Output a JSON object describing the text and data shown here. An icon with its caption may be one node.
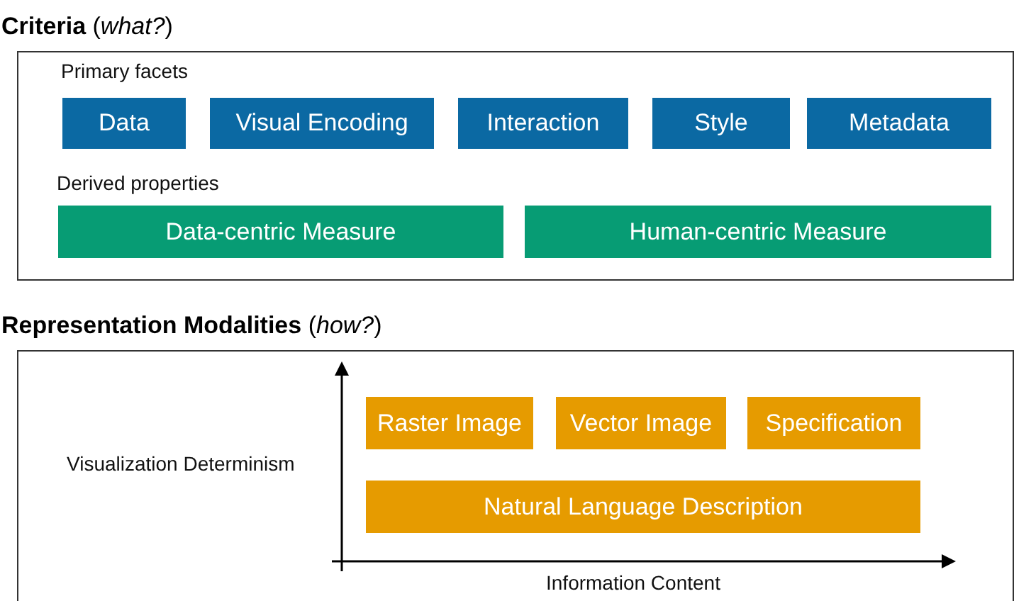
{
  "diagram": {
    "nodes": [
      {
        "text": [
          "**Criteria** (*what?*)"
        ]
      },
      {
        "text": [
          "Data"
        ],
        "in": 0
      },
      {
        "text": [
          "Visual Encoding"
        ],
        "in": 0
      },
      {
        "text": [
          "Interaction"
        ],
        "in": 0
      },
      {
        "text": [
          "Style"
        ],
        "in": 0
      },
      {
        "text": [
          "Metadata"
        ],
        "in": 0
      },
      {
        "text": [
          "Data-centric Measure"
        ],
        "in": 0
      },
      {
        "text": [
          "Human-centric Measure"
        ],
        "in": 0
      },
      {
        "text": [
          "**Representation Modalities** (*how?*)"
        ]
      },
      {
        "text": [
          "Raster Image"
        ],
        "in": 8
      },
      {
        "text": [
          "Vector Image"
        ],
        "in": 8
      },
      {
        "text": [
          "Specification"
        ],
        "in": 8
      },
      {
        "text": [
          "Natural Language Description"
        ],
        "in": 8
      }
    ],
    "labels": [
      "Primary facets",
      "Derived properties",
      "Visualization Determinism",
      "Information Content"
    ]
  }
}
